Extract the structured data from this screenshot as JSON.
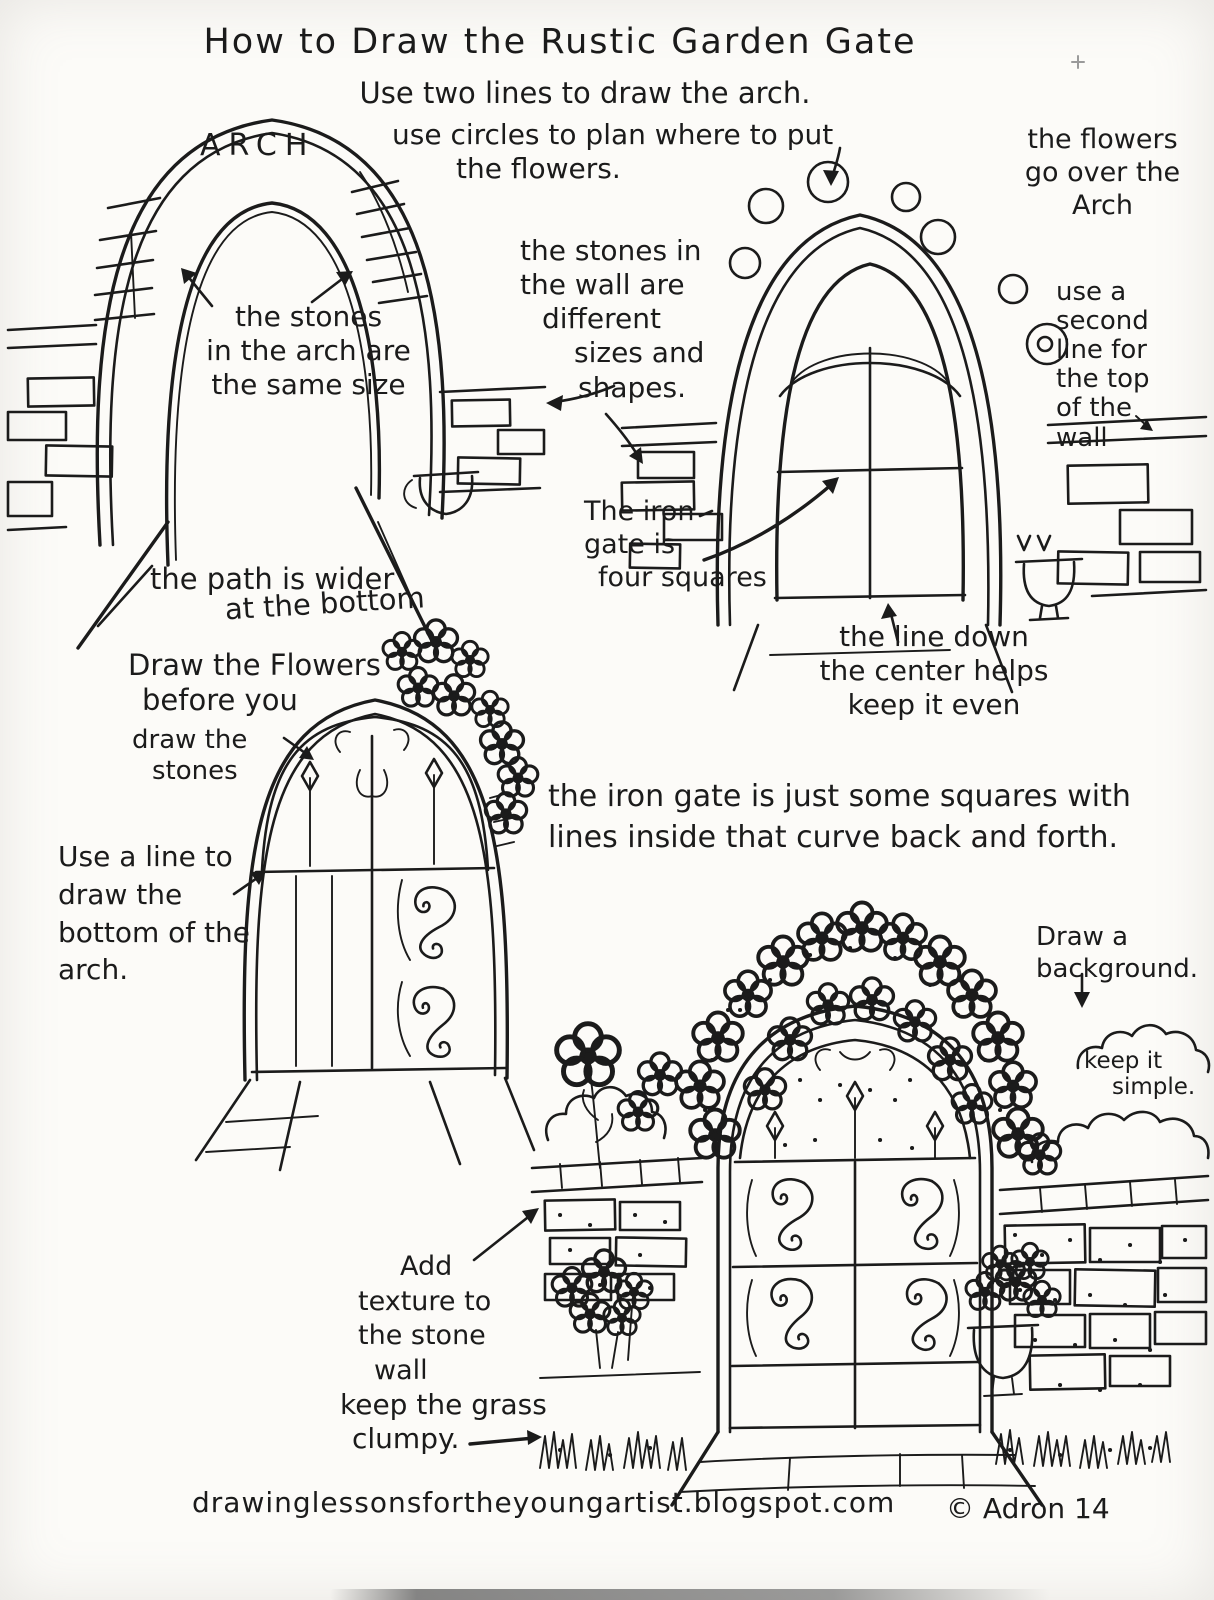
{
  "page": {
    "title": "How to Draw the Rustic Garden Gate",
    "subtitle": "Use two lines to draw the arch.",
    "paper_color": "#fcfbf8",
    "ink_color": "#1b1b1b",
    "footer": {
      "url": "drawinglessonsfortheyoungartist.blogspot.com",
      "signature": "© Adron 14"
    }
  },
  "notes": {
    "arch_label": {
      "text": "ARCH"
    },
    "use_circles": {
      "lines": [
        "use circles to plan where to put",
        "the flowers."
      ]
    },
    "flowers_over_arch": {
      "lines": [
        "the flowers",
        "go over the",
        "Arch"
      ]
    },
    "stones_in_arch": {
      "lines": [
        "the stones",
        "in the arch are",
        "the same size"
      ]
    },
    "stones_in_wall": {
      "lines": [
        "the stones in",
        "the wall are",
        "different",
        "sizes and",
        "shapes."
      ]
    },
    "second_line": {
      "lines": [
        "use a",
        "second",
        "line for",
        "the top",
        "of the",
        "wall"
      ]
    },
    "iron_gate_squares": {
      "lines": [
        "The iron",
        "gate is",
        "four squares"
      ]
    },
    "path_wider": {
      "lines": [
        "the path is wider",
        "at the bottom"
      ]
    },
    "line_down_center": {
      "lines": [
        "the line down",
        "the center helps",
        "keep it even"
      ]
    },
    "draw_flowers_first": {
      "lines": [
        "Draw the Flowers",
        "before you",
        "draw the",
        "stones"
      ]
    },
    "line_bottom_arch": {
      "lines": [
        "Use a line to",
        "draw the",
        "bottom of the",
        "arch."
      ]
    },
    "iron_gate_curves": {
      "lines": [
        "the iron gate is just some squares with",
        "lines inside that curve back and forth."
      ]
    },
    "draw_background": {
      "lines": [
        "Draw a",
        "background."
      ]
    },
    "keep_it_simple": {
      "lines": [
        "keep it",
        "simple."
      ]
    },
    "add_texture": {
      "lines": [
        "Add",
        "texture to",
        "the stone",
        "wall"
      ]
    },
    "grass_clumpy": {
      "lines": [
        "keep the grass",
        "clumpy."
      ]
    }
  },
  "drawings": [
    "step1-arch-outline-with-stone-courses",
    "step2-arch-with-flower-circles-and-four-square-gate",
    "step3-gate-with-flowers-and-scroll-work",
    "step4-finished-rustic-garden-gate-scene"
  ]
}
